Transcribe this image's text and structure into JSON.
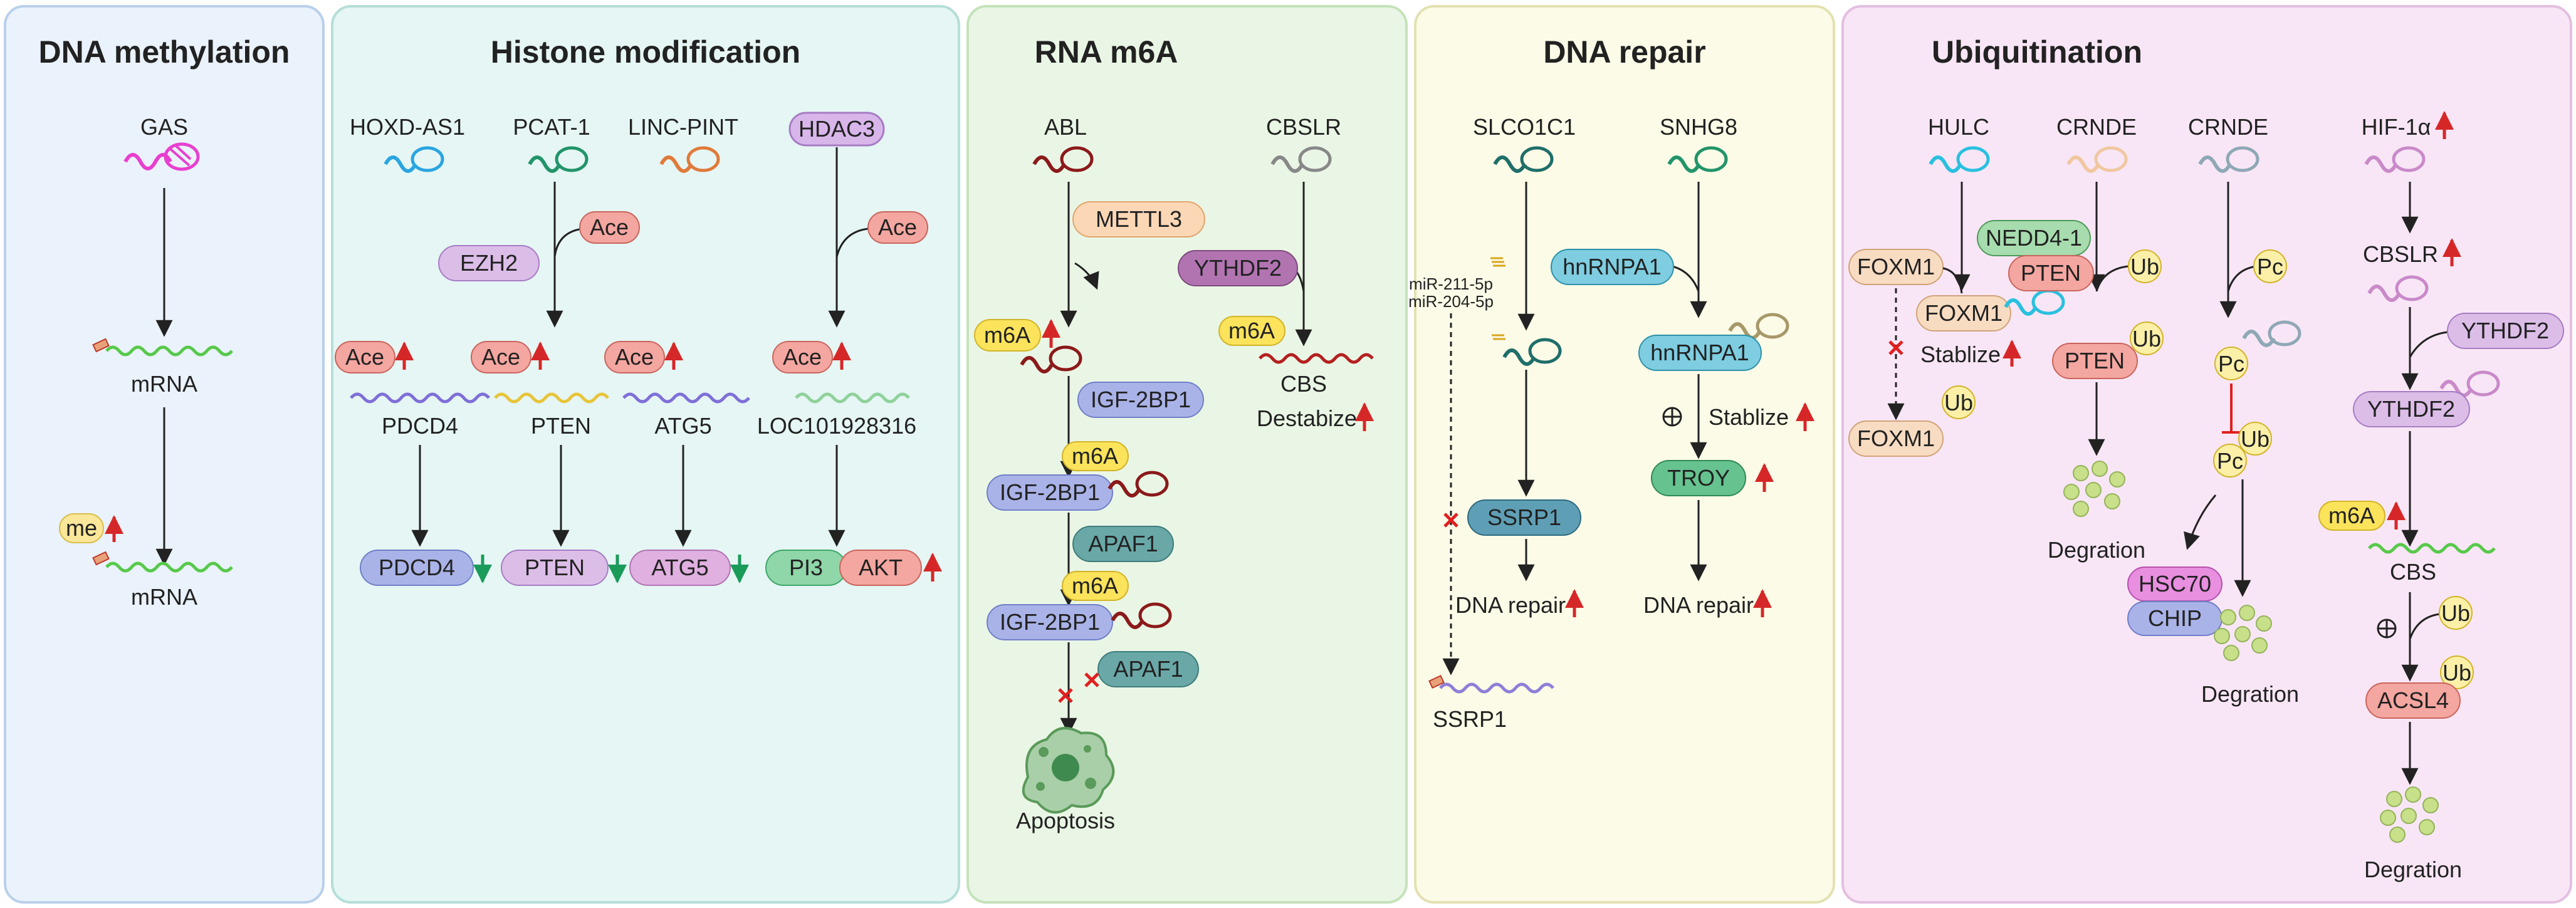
{
  "panels": {
    "dna_methylation": {
      "title": "DNA methylation",
      "gene": "GAS",
      "mrna_top": "mRNA",
      "me": "me",
      "mrna_bottom": "mRNA"
    },
    "histone_modification": {
      "title": "Histone modification",
      "genes": [
        "HOXD-AS1",
        "PCAT-1",
        "LINC-PINT",
        "HDAC3"
      ],
      "ezh2": "EZH2",
      "ace": "Ace",
      "targets": [
        "PDCD4",
        "PTEN",
        "ATG5",
        "LOC101928316"
      ],
      "outputs": [
        "PDCD4",
        "PTEN",
        "ATG5",
        "PI3",
        "AKT"
      ]
    },
    "rna_m6a": {
      "title": "RNA m6A",
      "genes": [
        "ABL",
        "CBSLR"
      ],
      "mettl3": "METTL3",
      "ythdf2": "YTHDF2",
      "m6a": "m6A",
      "igf2bp1": "IGF-2BP1",
      "apaf1": "APAF1",
      "cbs": "CBS",
      "destabize": "Destabize",
      "apoptosis": "Apoptosis"
    },
    "dna_repair": {
      "title": "DNA repair",
      "genes": [
        "SLCO1C1",
        "SNHG8"
      ],
      "mirnas": [
        "miR-211-5p",
        "miR-204-5p"
      ],
      "hnrnpa1": "hnRNPA1",
      "stablize": "Stablize",
      "ssrp1": "SSRP1",
      "troy": "TROY",
      "dna_repair": "DNA repair",
      "ssrp1_bottom": "SSRP1"
    },
    "ubiquitination": {
      "title": "Ubiquitination",
      "genes": [
        "HULC",
        "CRNDE",
        "CRNDE",
        "HIF-1α"
      ],
      "foxm1": "FOXM1",
      "nedd4": "NEDD4-1",
      "pten": "PTEN",
      "ub": "Ub",
      "pc": "Pc",
      "stablize": "Stablize",
      "degration": "Degration",
      "hsc70": "HSC70",
      "chip": "CHIP",
      "cbslr": "CBSLR",
      "ythdf2": "YTHDF2",
      "m6a": "m6A",
      "cbs": "CBS",
      "acsl4": "ACSL4"
    }
  },
  "colors": {
    "panel1_bg": "#eaf2fb",
    "panel2_bg": "#e5f6f4",
    "panel3_bg": "#eaf6e5",
    "panel4_bg": "#fbfbe7",
    "panel5_bg": "#f8e6f6",
    "up_arrow": "#d62728",
    "down_arrow": "#1a9b5a",
    "ace_pill": "#f4a6a0",
    "ezh2_pill": "#dcbde8",
    "me_pill": "#fbe79a",
    "m6a_pill": "#fbe35b",
    "ub_pill": "#fcf0a8"
  }
}
